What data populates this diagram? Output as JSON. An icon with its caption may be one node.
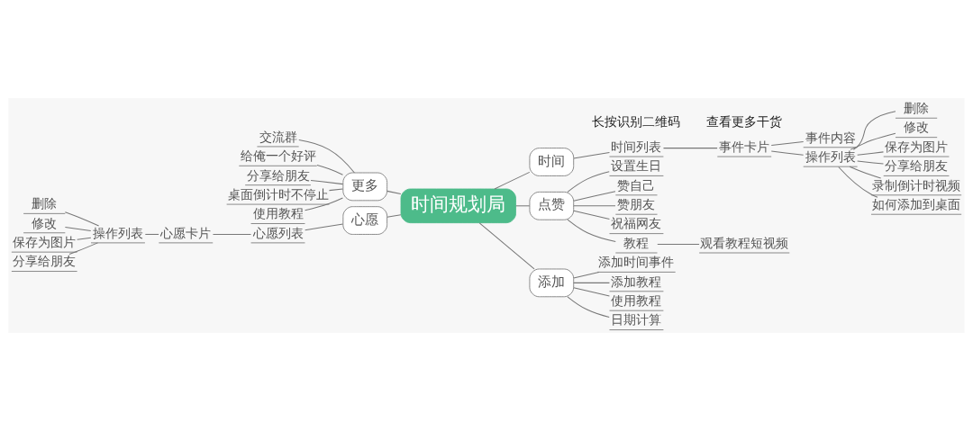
{
  "diagram": {
    "nodes": [
      {
        "text": [
          "时间规划局"
        ]
      },
      {
        "text": [
          "时间"
        ]
      },
      {
        "text": [
          "时间列表"
        ]
      },
      {
        "text": [
          "事件卡片"
        ]
      },
      {
        "text": [
          "事件内容"
        ]
      },
      {
        "text": [
          "操作列表"
        ]
      },
      {
        "text": [
          "删除"
        ]
      },
      {
        "text": [
          "修改"
        ]
      },
      {
        "text": [
          "保存为图片"
        ]
      },
      {
        "text": [
          "分享给朋友"
        ]
      },
      {
        "text": [
          "录制倒计时视频"
        ]
      },
      {
        "text": [
          "如何添加到桌面"
        ]
      },
      {
        "text": [
          "更多"
        ]
      },
      {
        "text": [
          "交流群"
        ]
      },
      {
        "text": [
          "给俺一个好评"
        ]
      },
      {
        "text": [
          "分享给朋友"
        ]
      },
      {
        "text": [
          "桌面倒计时不停止"
        ]
      },
      {
        "text": [
          "使用教程"
        ]
      },
      {
        "text": [
          "心愿"
        ]
      },
      {
        "text": [
          "心愿列表"
        ]
      },
      {
        "text": [
          "心愿卡片"
        ]
      },
      {
        "text": [
          "操作列表"
        ]
      },
      {
        "text": [
          "删除"
        ]
      },
      {
        "text": [
          "修改"
        ]
      },
      {
        "text": [
          "保存为图片"
        ]
      },
      {
        "text": [
          "分享给朋友"
        ]
      },
      {
        "text": [
          "点赞"
        ]
      },
      {
        "text": [
          "设置生日"
        ]
      },
      {
        "text": [
          "赞自己"
        ]
      },
      {
        "text": [
          "赞朋友"
        ]
      },
      {
        "text": [
          "祝福网友"
        ]
      },
      {
        "text": [
          "教程"
        ]
      },
      {
        "text": [
          "观看教程短视频"
        ]
      },
      {
        "text": [
          "添加"
        ]
      },
      {
        "text": [
          "添加时间事件"
        ]
      },
      {
        "text": [
          "添加教程"
        ]
      },
      {
        "text": [
          "使用教程"
        ]
      },
      {
        "text": [
          "日期计算"
        ]
      }
    ],
    "edges": [
      {
        "from": 0,
        "to": 1,
        "arrow": "none"
      },
      {
        "from": 1,
        "to": 2,
        "arrow": "none"
      },
      {
        "from": 2,
        "to": 3,
        "arrow": "none"
      },
      {
        "from": 3,
        "to": 4,
        "arrow": "none"
      },
      {
        "from": 3,
        "to": 5,
        "arrow": "none"
      },
      {
        "from": 5,
        "to": 6,
        "arrow": "none"
      },
      {
        "from": 5,
        "to": 7,
        "arrow": "none"
      },
      {
        "from": 5,
        "to": 8,
        "arrow": "none"
      },
      {
        "from": 5,
        "to": 9,
        "arrow": "none"
      },
      {
        "from": 5,
        "to": 10,
        "arrow": "none"
      },
      {
        "from": 5,
        "to": 11,
        "arrow": "none"
      },
      {
        "from": 0,
        "to": 12,
        "arrow": "none"
      },
      {
        "from": 12,
        "to": 13,
        "arrow": "none"
      },
      {
        "from": 12,
        "to": 14,
        "arrow": "none"
      },
      {
        "from": 12,
        "to": 15,
        "arrow": "none"
      },
      {
        "from": 12,
        "to": 16,
        "arrow": "none"
      },
      {
        "from": 12,
        "to": 17,
        "arrow": "none"
      },
      {
        "from": 0,
        "to": 18,
        "arrow": "none"
      },
      {
        "from": 18,
        "to": 19,
        "arrow": "none"
      },
      {
        "from": 19,
        "to": 20,
        "arrow": "none"
      },
      {
        "from": 20,
        "to": 21,
        "arrow": "none"
      },
      {
        "from": 21,
        "to": 22,
        "arrow": "none"
      },
      {
        "from": 21,
        "to": 23,
        "arrow": "none"
      },
      {
        "from": 21,
        "to": 24,
        "arrow": "none"
      },
      {
        "from": 21,
        "to": 25,
        "arrow": "none"
      },
      {
        "from": 0,
        "to": 26,
        "arrow": "none"
      },
      {
        "from": 26,
        "to": 27,
        "arrow": "none"
      },
      {
        "from": 26,
        "to": 28,
        "arrow": "none"
      },
      {
        "from": 26,
        "to": 29,
        "arrow": "none"
      },
      {
        "from": 26,
        "to": 30,
        "arrow": "none"
      },
      {
        "from": 26,
        "to": 31,
        "arrow": "none"
      },
      {
        "from": 31,
        "to": 32,
        "arrow": "none"
      },
      {
        "from": 0,
        "to": 33,
        "arrow": "none"
      },
      {
        "from": 33,
        "to": 34,
        "arrow": "none"
      },
      {
        "from": 33,
        "to": 35,
        "arrow": "none"
      },
      {
        "from": 33,
        "to": 36,
        "arrow": "none"
      },
      {
        "from": 33,
        "to": 37,
        "arrow": "none"
      }
    ],
    "labels": [
      "长按识别二维码",
      "查看更多干货"
    ]
  }
}
